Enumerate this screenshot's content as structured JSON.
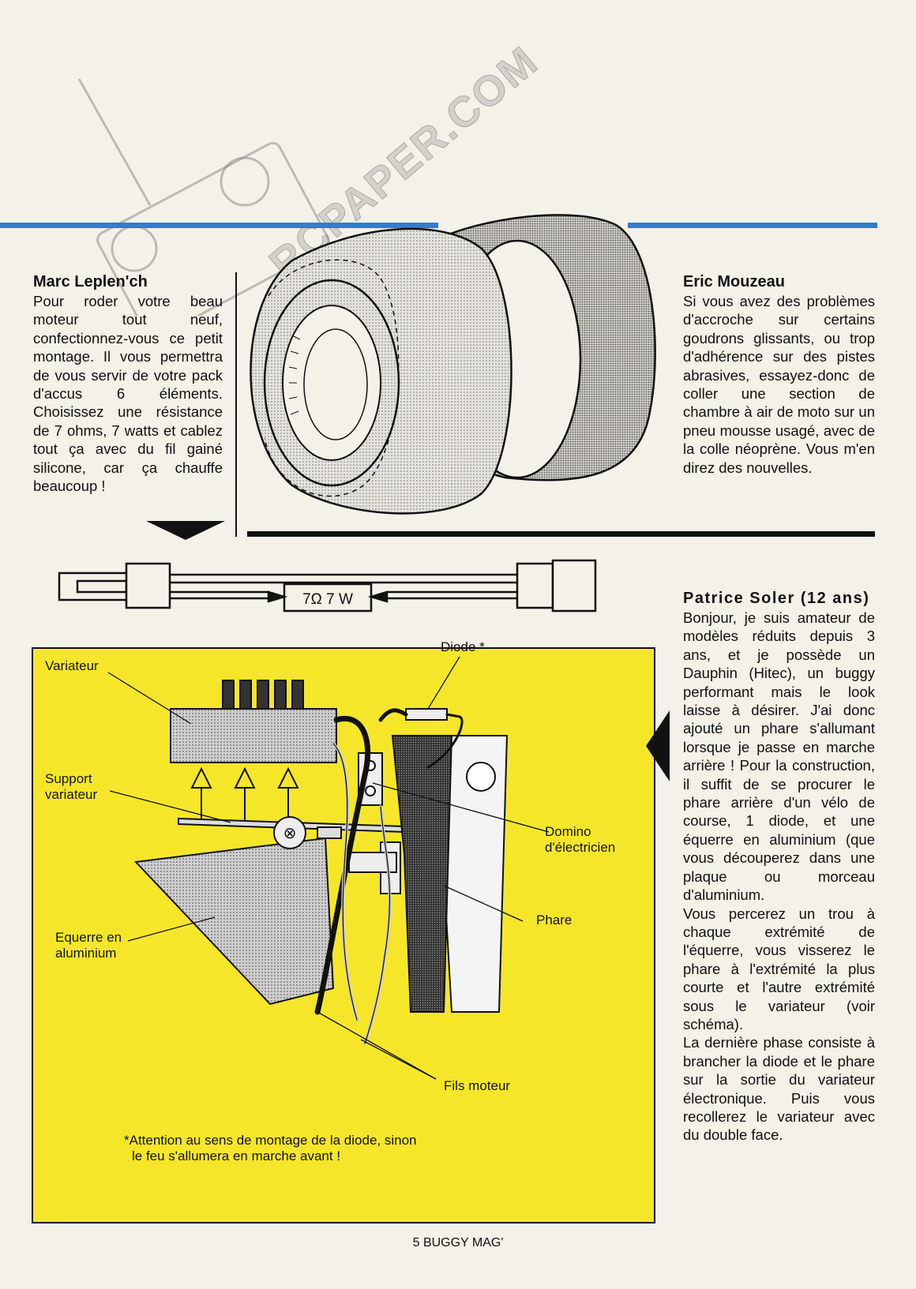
{
  "watermark": "RCPAPER.COM",
  "marc": {
    "author": "Marc Leplen'ch",
    "body": "Pour roder votre beau moteur tout neuf, confectionnez-vous ce petit montage. Il vous permettra de vous servir de votre pack d'accus 6 éléments. Choisissez une résistance de 7 ohms, 7 watts et cablez tout ça avec du fil gainé silicone, car ça chauffe beaucoup !"
  },
  "eric": {
    "author": "Eric Mouzeau",
    "body": "Si vous avez des problèmes d'accroche sur certains goudrons glissants, ou trop d'adhérence sur des pistes abrasives, essayez-donc de coller une section de chambre à air de moto sur un pneu mousse usagé, avec de la colle néoprène. Vous m'en direz des nouvelles."
  },
  "resistor": {
    "label": "7Ω 7 W"
  },
  "patrice": {
    "author": "Patrice Soler (12 ans)",
    "paragraphs": [
      "Bonjour, je suis amateur de modèles réduits depuis 3 ans, et je possède un Dauphin (Hitec), un buggy performant mais le look laisse à désirer. J'ai donc ajouté un phare s'allumant lorsque je passe en marche arrière ! Pour la construction, il suffit de se procurer le phare arrière d'un vélo de course, 1 diode, et une équerre en aluminium (que vous découperez dans une plaque ou morceau d'aluminium.",
      "Vous percerez un trou à chaque extrémité de l'équerre, vous visserez le phare à l'extrémité la plus courte et l'autre extrémité sous le variateur (voir schéma).",
      "La dernière phase consiste à brancher la diode et le phare sur la sortie du variateur électronique. Puis vous recollerez le variateur avec du double face."
    ]
  },
  "diagram": {
    "labels": {
      "diode": "Diode *",
      "variateur": "Variateur",
      "support_1": "Support",
      "support_2": "variateur",
      "domino_1": "Domino",
      "domino_2": "d'électricien",
      "phare": "Phare",
      "equerre_1": "Equerre en",
      "equerre_2": "aluminium",
      "fils": "Fils moteur"
    },
    "note_1": "*Attention au sens de montage de la diode, sinon",
    "note_2": "le feu s'allumera en marche avant !"
  },
  "footer": "5  BUGGY MAG'",
  "colors": {
    "blue_rule": "#2e7fd0",
    "diagram_bg": "#f6e62a",
    "paper": "#f4f1e8"
  }
}
